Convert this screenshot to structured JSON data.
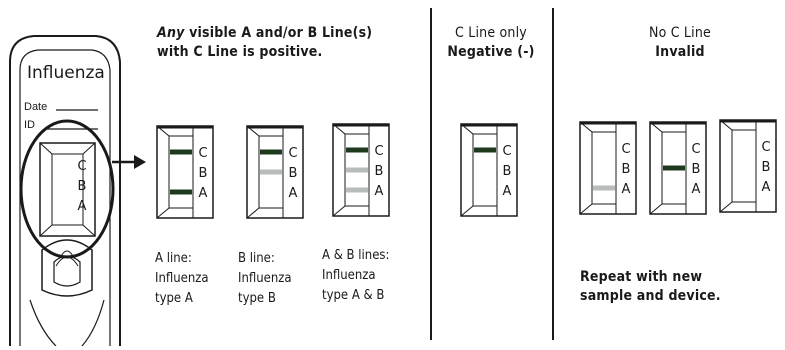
{
  "device": {
    "brand": "Influenza",
    "date_label": "Date",
    "id_label": "ID",
    "window_letters": [
      "C",
      "B",
      "A"
    ]
  },
  "positive": {
    "headline_italic": "Any",
    "headline_rest": "visible A and/or B Line(s)",
    "headline_line2": "with C Line is positive.",
    "results": [
      {
        "line1": "A line:",
        "line2": "Influenza",
        "line3": "type A",
        "lines": [
          "C",
          "A"
        ],
        "faint": []
      },
      {
        "line1": "B line:",
        "line2": "Influenza",
        "line3": "type B",
        "lines": [
          "C",
          "B"
        ],
        "faint": [
          "B"
        ]
      },
      {
        "line1": "A & B lines:",
        "line2": "Influenza",
        "line3": "type A & B",
        "lines": [
          "C",
          "B",
          "A"
        ],
        "faint": [
          "B",
          "A"
        ]
      }
    ]
  },
  "negative": {
    "title": "C Line only",
    "subtitle": "Negative (-)",
    "lines": [
      "C"
    ]
  },
  "invalid": {
    "title": "No C Line",
    "subtitle": "Invalid",
    "strips": [
      {
        "lines": [
          "A"
        ],
        "faint": [
          "A"
        ]
      },
      {
        "lines": [
          "B"
        ],
        "faint": []
      },
      {
        "lines": [],
        "faint": []
      }
    ],
    "instruction_line1": "Repeat with new",
    "instruction_line2": "sample and device."
  },
  "colors": {
    "ink": "#1a1a1a",
    "strong_line": "#1e3a1e",
    "faint_line": "#b9bdb9"
  }
}
